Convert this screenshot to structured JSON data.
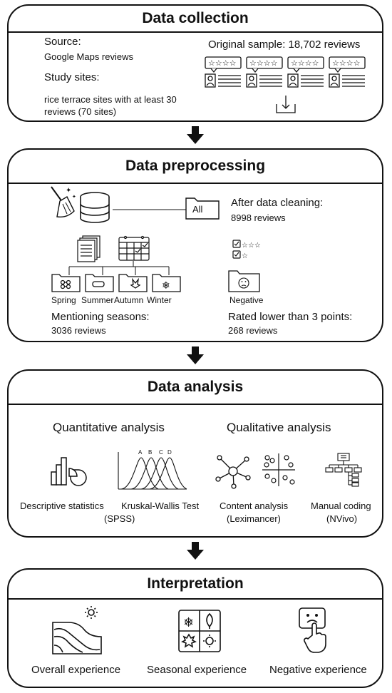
{
  "panels": {
    "collection": {
      "title": "Data collection",
      "source_label": "Source:",
      "source_value": "Google Maps reviews",
      "sites_label": "Study sites:",
      "sites_value_line1": "rice terrace sites with at least 30",
      "sites_value_line2": "reviews (70 sites)",
      "sample_label": "Original sample: 18,702 reviews"
    },
    "preprocessing": {
      "title": "Data preprocessing",
      "folder_all": "All",
      "cleaning_label": "After data cleaning:",
      "cleaning_value": "8998 reviews",
      "seasons": [
        "Spring",
        "Summer",
        "Autumn",
        "Winter"
      ],
      "negative_folder": "Negative",
      "mention_label": "Mentioning seasons:",
      "mention_value": "3036 reviews",
      "rated_label": "Rated lower than 3 points:",
      "rated_value": "268 reviews"
    },
    "analysis": {
      "title": "Data analysis",
      "quant_title": "Quantitative analysis",
      "qual_title": "Qualitative analysis",
      "curve_labels": [
        "A",
        "B",
        "C",
        "D"
      ],
      "descriptive": "Descriptive statistics",
      "kruskal": "Kruskal-Wallis Test",
      "spss": "(SPSS)",
      "content_line1": "Content analysis",
      "content_line2": "(Leximancer)",
      "manual_line1": "Manual coding",
      "manual_line2": "(NVivo)"
    },
    "interpretation": {
      "title": "Interpretation",
      "overall": "Overall experience",
      "seasonal": "Seasonal experience",
      "negative": "Negative experience"
    }
  },
  "icons": {
    "review_card": "review-card-icon",
    "download": "download-tray-icon",
    "broom": "broom-icon",
    "database": "database-icon",
    "folder": "folder-icon",
    "documents": "documents-icon",
    "calendar": "calendar-icon",
    "rating": "rating-check-icon",
    "bar_pie": "bar-pie-chart-icon",
    "curves": "distribution-curves-icon",
    "network": "network-icon",
    "quadrant": "concept-map-icon",
    "tree": "hierarchy-tree-icon",
    "terrace": "terrace-landscape-icon",
    "seasons_grid": "seasons-grid-icon",
    "sad_touch": "sad-touch-icon"
  }
}
